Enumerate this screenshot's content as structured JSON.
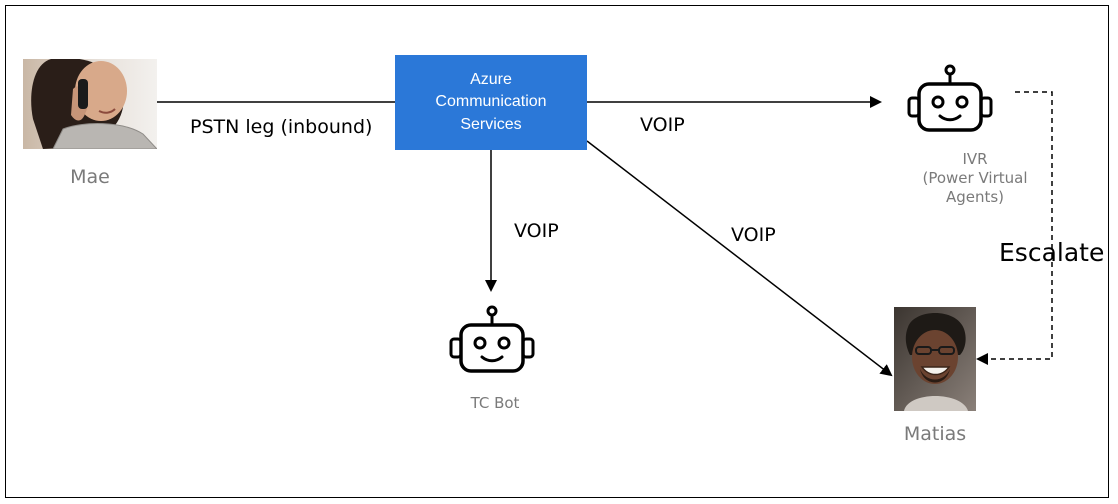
{
  "nodes": {
    "mae": {
      "label": "Mae"
    },
    "acs": {
      "line1": "Azure",
      "line2": "Communication",
      "line3": "Services"
    },
    "ivr": {
      "line1": "IVR",
      "line2": "(Power Virtual",
      "line3": "Agents)"
    },
    "tc_bot": {
      "label": "TC Bot"
    },
    "matias": {
      "label": "Matias"
    }
  },
  "edges": {
    "mae_acs": "PSTN leg (inbound)",
    "acs_ivr": "VOIP",
    "acs_tcbot": "VOIP",
    "acs_matias": "VOIP",
    "ivr_matias": "Escalate"
  },
  "colors": {
    "acs_fill": "#2b78d8",
    "node_label": "#7a7a7a",
    "edge": "#000000"
  },
  "icons": [
    "phone-caller-photo",
    "robot-icon",
    "person-photo"
  ]
}
